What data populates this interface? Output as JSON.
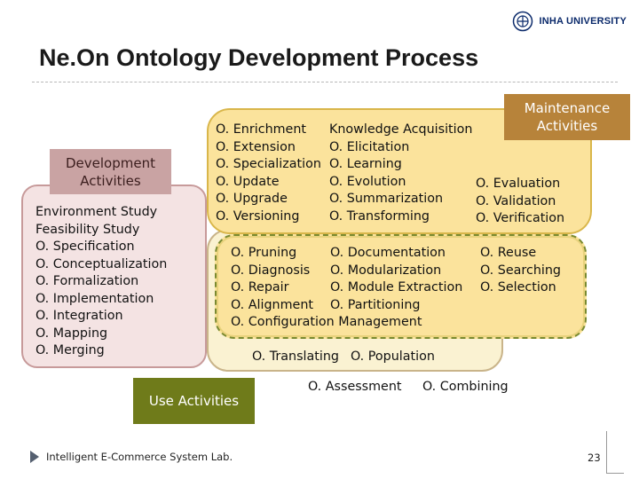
{
  "header": {
    "title": "Ne.On Ontology Development Process",
    "logo_text": "INHA UNIVERSITY"
  },
  "colors": {
    "development": "#f4e3e3",
    "development_label": "#c9a3a3",
    "maintenance_label": "#b7833a",
    "main_region": "#fbe39c",
    "use_region": "#faf2d2",
    "use_label": "#6f7b1a"
  },
  "labels": {
    "development": "Development Activities",
    "maintenance": "Maintenance Activities",
    "use": "Use Activities"
  },
  "development_items": [
    "Environment Study",
    "Feasibility Study",
    "O. Specification",
    "O. Conceptualization",
    "O. Formalization",
    "O. Implementation",
    "O. Integration",
    "O. Mapping",
    "O. Merging"
  ],
  "top_col1": [
    "O. Enrichment",
    "O. Extension",
    "O. Specialization",
    "O. Update",
    "O. Upgrade",
    "O. Versioning"
  ],
  "top_col2": [
    "Knowledge Acquisition",
    "O. Elicitation",
    "O. Learning",
    "O. Evolution",
    "O. Summarization",
    "O. Transforming"
  ],
  "top_col3": [
    "O. Evaluation",
    "O. Validation",
    "O. Verification"
  ],
  "mid_col1": [
    "O. Pruning",
    "O. Diagnosis",
    "O. Repair",
    "O. Alignment"
  ],
  "mid_col2": [
    "O. Documentation",
    "O. Modularization",
    "O. Module Extraction",
    "O. Partitioning"
  ],
  "mid_col3": [
    "O. Reuse",
    "O. Searching",
    "O. Selection"
  ],
  "config_mgmt": "O. Configuration Management",
  "use_row1": {
    "a": "O. Translating",
    "b": "O. Population"
  },
  "use_row2": {
    "a": "O. Assessment",
    "b": "O. Combining"
  },
  "footer": {
    "lab": "Intelligent E-Commerce System Lab.",
    "page": "23"
  }
}
